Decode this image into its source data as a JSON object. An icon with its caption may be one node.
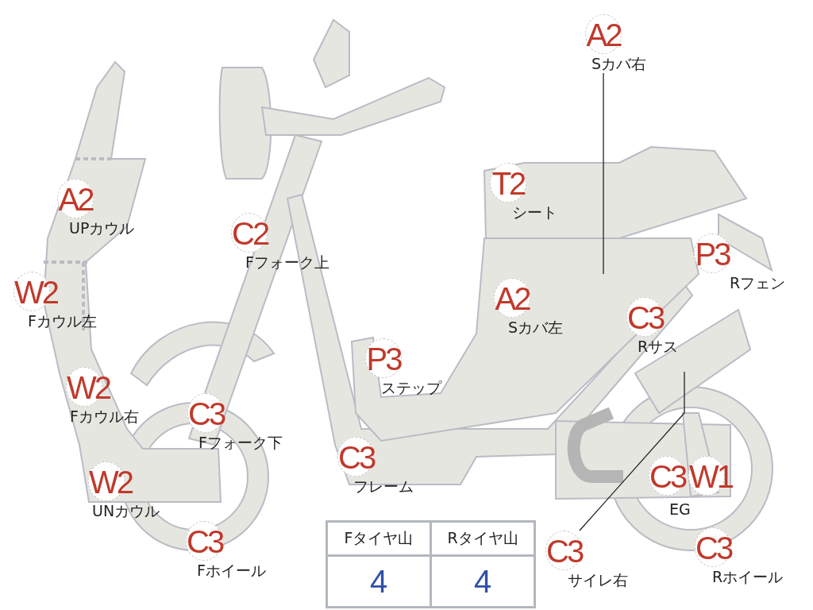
{
  "diagram": {
    "nodes": [
      {
        "text": [
          "A2"
        ],
        "beside": [
          "Sカバ右"
        ]
      },
      {
        "text": [
          "A2"
        ],
        "beside": [
          "UPカウル"
        ]
      },
      {
        "text": [
          "C2"
        ],
        "beside": [
          "Fフォーク上"
        ]
      },
      {
        "text": [
          "T2"
        ],
        "beside": [
          "シート"
        ]
      },
      {
        "text": [
          "P3"
        ],
        "beside": [
          "Rフェン"
        ]
      },
      {
        "text": [
          "W2"
        ],
        "beside": [
          "Fカウル左"
        ]
      },
      {
        "text": [
          "A2"
        ],
        "beside": [
          "Sカバ左"
        ]
      },
      {
        "text": [
          "C3"
        ],
        "beside": [
          "Rサス"
        ]
      },
      {
        "text": [
          "P3"
        ],
        "beside": [
          "ステップ"
        ]
      },
      {
        "text": [
          "W2"
        ],
        "beside": [
          "Fカウル右"
        ]
      },
      {
        "text": [
          "C3"
        ],
        "beside": [
          "Fフォーク下"
        ]
      },
      {
        "text": [
          "C3"
        ],
        "beside": [
          "フレーム"
        ]
      },
      {
        "text": [
          "C3"
        ]
      },
      {
        "text": [
          "W1"
        ]
      },
      {
        "text": [
          "W2"
        ],
        "beside": [
          "UNカウル"
        ]
      },
      {
        "text": [
          "C3"
        ],
        "beside": [
          "Fホイール"
        ]
      },
      {
        "text": [
          "C3"
        ],
        "beside": [
          "サイレ右"
        ]
      },
      {
        "text": [
          "C3"
        ],
        "beside": [
          "Rホイール"
        ]
      }
    ],
    "edges": [
      {
        "from": 0,
        "to": null,
        "arrow": "none"
      },
      {
        "from": 16,
        "to": null,
        "arrow": "none"
      }
    ],
    "labels": [
      "EG",
      "Fタイヤ山",
      "Rタイヤ山",
      "4",
      "4"
    ]
  }
}
